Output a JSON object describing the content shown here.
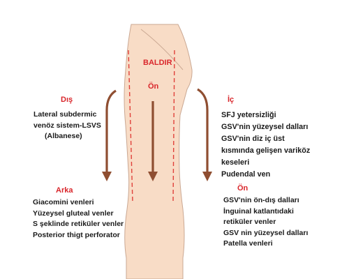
{
  "labels": {
    "baldir": "BALDIR",
    "on_top": "Ön",
    "dis": "Dış",
    "ic": "İç",
    "arka": "Arka",
    "on_bottom": "Ön"
  },
  "left_top_lines": [
    "Lateral subdermic",
    "venöz sistem-LSVS",
    "(Albanese)"
  ],
  "left_bottom_lines": [
    "Giacomini venleri",
    "Yüzeysel gluteal venler",
    "S şeklinde retiküler venler",
    "Posterior thigt perforator"
  ],
  "right_top_lines": [
    "SFJ yetersizliği",
    "GSV'nin yüzeysel dalları",
    "GSV'nin diz iç üst",
    "kısmında gelişen variköz",
    "keseleri",
    "Pudendal ven"
  ],
  "right_bottom_lines": [
    "GSV'nin ön-dış dalları",
    "İnguinal katlantıdaki",
    "retiküler venler",
    "GSV nin yüzeysel dalları",
    "Patella venleri"
  ],
  "colors": {
    "skin": "#f8dcc6",
    "skin_outline": "#caa893",
    "dashed_red": "#e0403a",
    "arrow_brown": "#8f4e31",
    "label_red": "#d9262b",
    "text": "#1a1a1a"
  }
}
